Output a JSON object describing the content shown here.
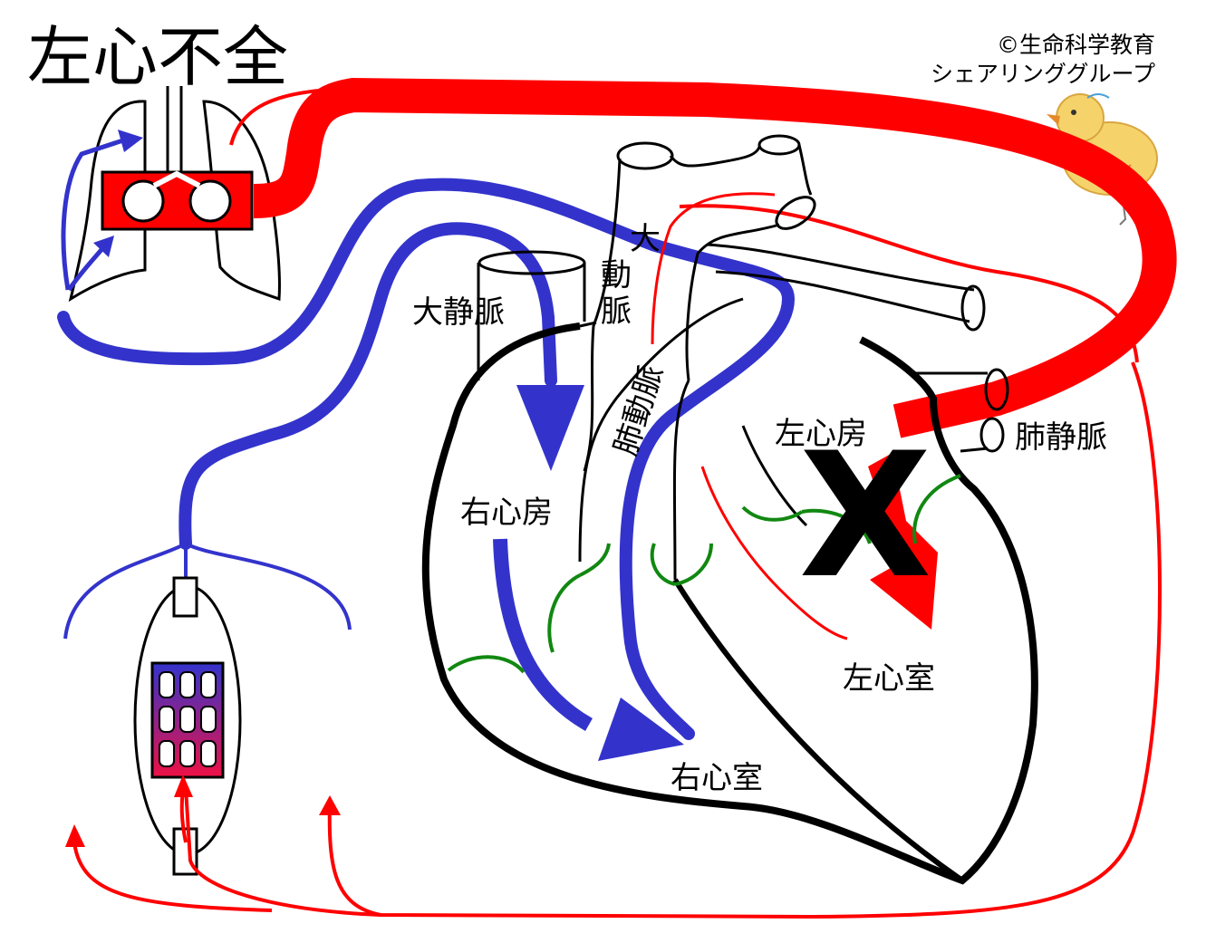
{
  "title": "左心不全",
  "credit": {
    "line1": "©生命科学教育",
    "line2": "シェアリンググループ"
  },
  "labels": {
    "aorta_1": "大",
    "aorta_2": "動",
    "aorta_3": "脈",
    "vena_cava": "大静脈",
    "pulmonary_artery": "肺動脈",
    "left_atrium": "左心房",
    "pulmonary_vein": "肺静脈",
    "right_atrium": "右心房",
    "left_ventricle": "左心室",
    "right_ventricle": "右心室"
  },
  "blocked_mark": "X",
  "icons": [
    "lungs-icon",
    "heart-icon",
    "tissue-capillary-icon",
    "duck-mascot-icon",
    "block-x-icon"
  ],
  "colors": {
    "arterial": "#ff0000",
    "venous": "#3333cc",
    "valve": "#118811",
    "outline": "#000000",
    "capillary_top": "#3333cc",
    "capillary_bottom": "#ee1144",
    "duck": "#f5d36a"
  }
}
